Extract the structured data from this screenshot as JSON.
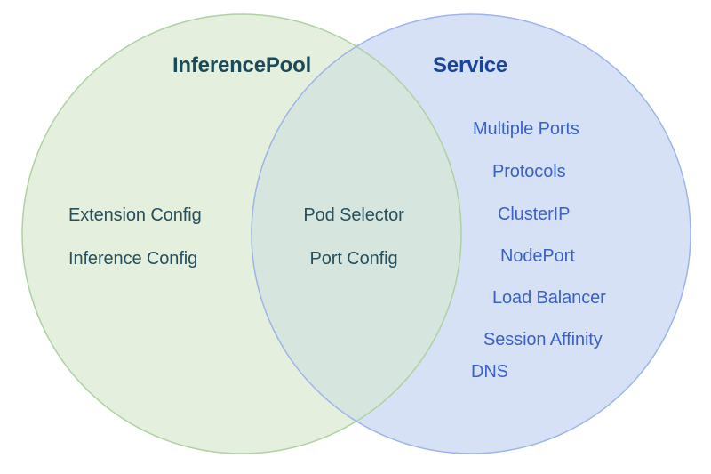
{
  "diagram": {
    "type": "venn",
    "left_circle": {
      "title": "InferencePool",
      "items": [
        "Extension Config",
        "Inference Config"
      ]
    },
    "overlap": {
      "items": [
        "Pod Selector",
        "Port Config"
      ]
    },
    "right_circle": {
      "title": "Service",
      "items": [
        "Multiple Ports",
        "Protocols",
        "ClusterIP",
        "NodePort",
        "Load Balancer",
        "Session Affinity",
        "DNS"
      ]
    },
    "colors": {
      "background": "#ffffff",
      "left_fill": "#e4efde",
      "left_stroke": "#aed1a2",
      "left_title": "#1d4a58",
      "left_text": "#26505e",
      "right_fill": "#d7e1f5",
      "right_stroke": "#9db4ea",
      "right_title": "#19449b",
      "right_text": "#3a62c4",
      "overlap_fill": "#d6e6de"
    }
  }
}
